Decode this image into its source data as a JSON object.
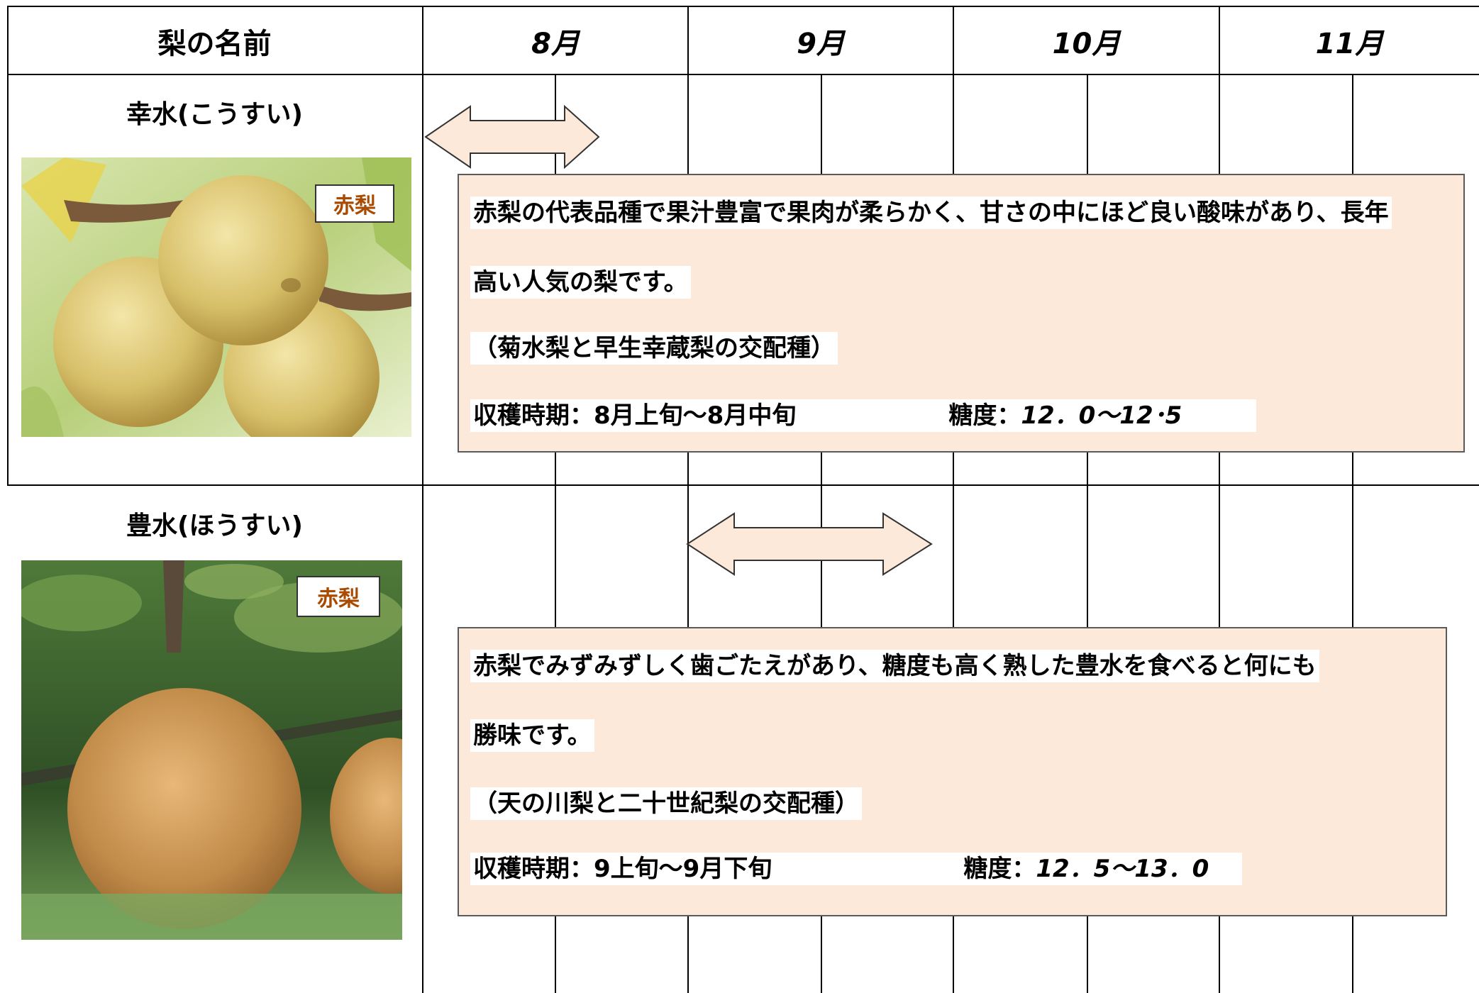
{
  "header": {
    "name_col": "梨の名前",
    "months": [
      "8月",
      "9月",
      "10月",
      "11月"
    ]
  },
  "varieties": [
    {
      "name": "幸水(こうすい)",
      "badge": "赤梨",
      "desc_line1": "赤梨の代表品種で果汁豊富で果肉が柔らかく、甘さの中にほど良い酸味があり、長年",
      "desc_line2": "高い人気の梨です。",
      "cross": "（菊水梨と早生幸蔵梨の交配種）",
      "harvest": "収穫時期：8月上旬～8月中旬",
      "sugar_label": "糖度：",
      "sugar_value": "12．0～12･5"
    },
    {
      "name": "豊水(ほうすい)",
      "badge": "赤梨",
      "desc_line1": "赤梨でみずみずしく歯ごたえがあり、糖度も高く熟した豊水を食べると何にも",
      "desc_line2": "勝味です。",
      "cross": "（天の川梨と二十世紀梨の交配種）",
      "harvest": "収穫時期：9上旬～9月下旬",
      "sugar_label": "糖度：",
      "sugar_value": "12．5～13．0"
    }
  ],
  "colors": {
    "box_fill": "#fde9da",
    "arrow_fill": "#fde9da",
    "badge_text": "#a84a00"
  }
}
